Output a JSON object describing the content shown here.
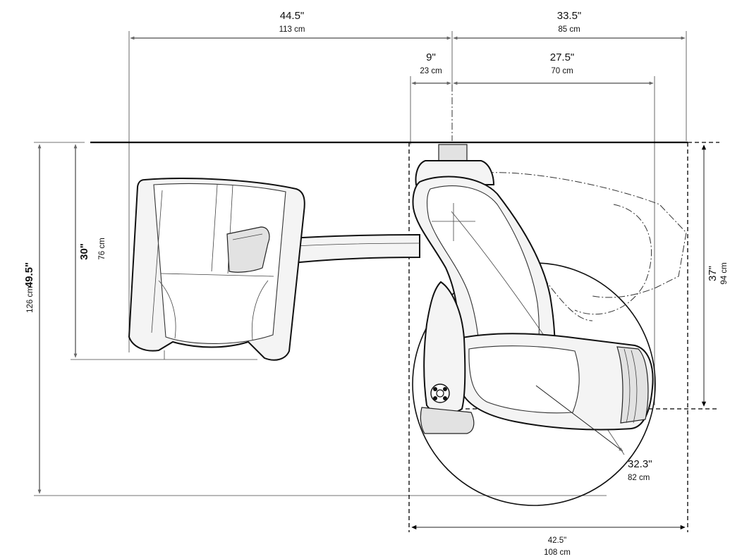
{
  "dimensions": {
    "total_left": {
      "inches": "44.5\"",
      "cm": "113 cm"
    },
    "total_right": {
      "inches": "33.5\"",
      "cm": "85 cm"
    },
    "offset": {
      "inches": "9\"",
      "cm": "23 cm"
    },
    "arm_reach": {
      "inches": "27.5\"",
      "cm": "70 cm"
    },
    "chair_depth": {
      "inches": "30\"",
      "cm": "76 cm"
    },
    "total_depth": {
      "inches": "49.5\"",
      "cm": "126 cm"
    },
    "headrest_depth": {
      "inches": "37\"",
      "cm": "94 cm"
    },
    "swing_radius": {
      "inches": "32.3\"",
      "cm": "82  cm"
    },
    "swing_width": {
      "inches": "42.5\"",
      "cm": "108 cm"
    }
  },
  "colors": {
    "line": "#222222",
    "fill": "#f4f4f4",
    "shade": "#e2e2e2"
  }
}
